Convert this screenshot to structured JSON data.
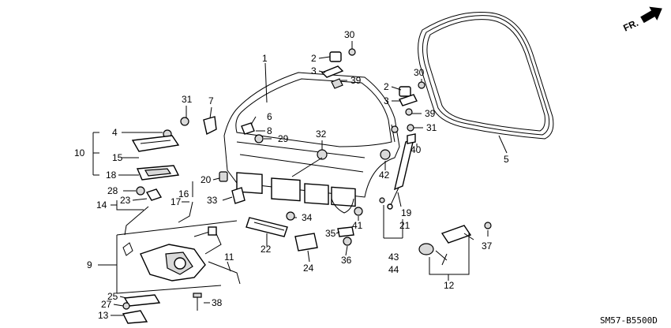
{
  "diagram_code": "SM57-B5500D",
  "direction_label": "FR.",
  "icons": [
    "forward-arrow-icon"
  ],
  "callouts": [
    {
      "id": "c1",
      "label": "1"
    },
    {
      "id": "c2a",
      "label": "2"
    },
    {
      "id": "c2b",
      "label": "2"
    },
    {
      "id": "c3a",
      "label": "3"
    },
    {
      "id": "c3b",
      "label": "3"
    },
    {
      "id": "c4",
      "label": "4"
    },
    {
      "id": "c5",
      "label": "5"
    },
    {
      "id": "c6",
      "label": "6"
    },
    {
      "id": "c7",
      "label": "7"
    },
    {
      "id": "c8",
      "label": "8"
    },
    {
      "id": "c9",
      "label": "9"
    },
    {
      "id": "c10",
      "label": "10"
    },
    {
      "id": "c11",
      "label": "11"
    },
    {
      "id": "c12",
      "label": "12"
    },
    {
      "id": "c13",
      "label": "13"
    },
    {
      "id": "c14",
      "label": "14"
    },
    {
      "id": "c15",
      "label": "15"
    },
    {
      "id": "c16",
      "label": "16"
    },
    {
      "id": "c17",
      "label": "17"
    },
    {
      "id": "c18",
      "label": "18"
    },
    {
      "id": "c19",
      "label": "19"
    },
    {
      "id": "c20",
      "label": "20"
    },
    {
      "id": "c21",
      "label": "21"
    },
    {
      "id": "c22",
      "label": "22"
    },
    {
      "id": "c23",
      "label": "23"
    },
    {
      "id": "c24",
      "label": "24"
    },
    {
      "id": "c25",
      "label": "25"
    },
    {
      "id": "c27",
      "label": "27"
    },
    {
      "id": "c28",
      "label": "28"
    },
    {
      "id": "c29",
      "label": "29"
    },
    {
      "id": "c30a",
      "label": "30"
    },
    {
      "id": "c30b",
      "label": "30"
    },
    {
      "id": "c31a",
      "label": "31"
    },
    {
      "id": "c31b",
      "label": "31"
    },
    {
      "id": "c32",
      "label": "32"
    },
    {
      "id": "c33",
      "label": "33"
    },
    {
      "id": "c34",
      "label": "34"
    },
    {
      "id": "c35",
      "label": "35"
    },
    {
      "id": "c36",
      "label": "36"
    },
    {
      "id": "c37",
      "label": "37"
    },
    {
      "id": "c38",
      "label": "38"
    },
    {
      "id": "c39a",
      "label": "39"
    },
    {
      "id": "c39b",
      "label": "39"
    },
    {
      "id": "c40",
      "label": "40"
    },
    {
      "id": "c41",
      "label": "41"
    },
    {
      "id": "c42",
      "label": "42"
    },
    {
      "id": "c43",
      "label": "43"
    },
    {
      "id": "c44",
      "label": "44"
    }
  ]
}
